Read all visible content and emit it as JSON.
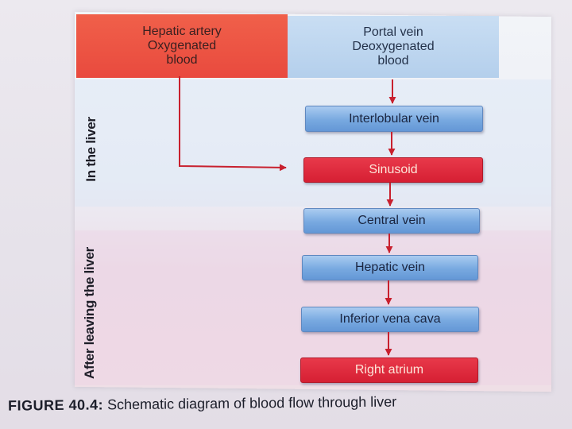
{
  "headers": {
    "hepatic_artery": "Hepatic artery\nOxygenated\nblood",
    "portal_vein": "Portal vein\nDeoxygenated\nblood"
  },
  "side_labels": {
    "in_liver": "In the liver",
    "after_liver": "After leaving the liver"
  },
  "flow": [
    {
      "label": "Interlobular vein",
      "kind": "blue"
    },
    {
      "label": "Sinusoid",
      "kind": "red"
    },
    {
      "label": "Central vein",
      "kind": "blue"
    },
    {
      "label": "Hepatic vein",
      "kind": "blue"
    },
    {
      "label": "Inferior vena cava",
      "kind": "blue"
    },
    {
      "label": "Right atrium",
      "kind": "red"
    }
  ],
  "caption": {
    "figure": "FIGURE 40.4:",
    "text": " Schematic diagram of blood flow through liver"
  },
  "colors": {
    "arrow": "#c8202e",
    "red_box": "#d61f33",
    "blue_box": "#78a9e0"
  }
}
